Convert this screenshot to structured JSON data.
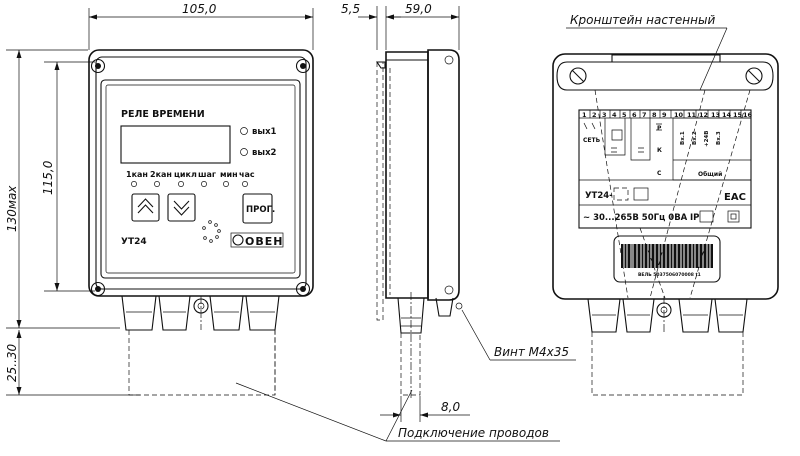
{
  "dimensions": {
    "width_105": "105,0",
    "height_115": "115,0",
    "height_130max": "130мах",
    "cable_25_30": "25..30",
    "gap_5_5": "5,5",
    "depth_59": "59,0",
    "wire_8": "8,0"
  },
  "front_panel": {
    "title": "РЕЛЕ ВРЕМЕНИ",
    "out1": "вых1",
    "out2": "вых2",
    "indicators": [
      "1кан",
      "2кан",
      "цикл",
      "шаг",
      "мин",
      "час"
    ],
    "prog_button": "ПРОГ.",
    "model": "УТ24",
    "brand": "ОВЕН"
  },
  "callouts": {
    "bracket": "Кронштейн настенный",
    "screw": "Винт М4х35",
    "wiring": "Подключение проводов"
  },
  "rear_label": {
    "terminals": [
      "1",
      "2",
      "3",
      "4",
      "5",
      "6",
      "7",
      "8",
      "9",
      "10",
      "11",
      "12",
      "13",
      "14",
      "15",
      "16"
    ],
    "power": "СЕТЬ",
    "channel_r": "Р",
    "channel_k": "К",
    "channel_c": "С",
    "terminal_labels": [
      "Вх.1",
      "Вх.2",
      "+24В",
      "Вх.3"
    ],
    "common": "Общий",
    "model_code": "УТ24-",
    "voltage": "~ 30...265В  50Гц  0ВА",
    "ip": "IP",
    "ce_mark": "EAC",
    "barcode_text": "ВЕЛЬ 5037506070008 t1"
  }
}
